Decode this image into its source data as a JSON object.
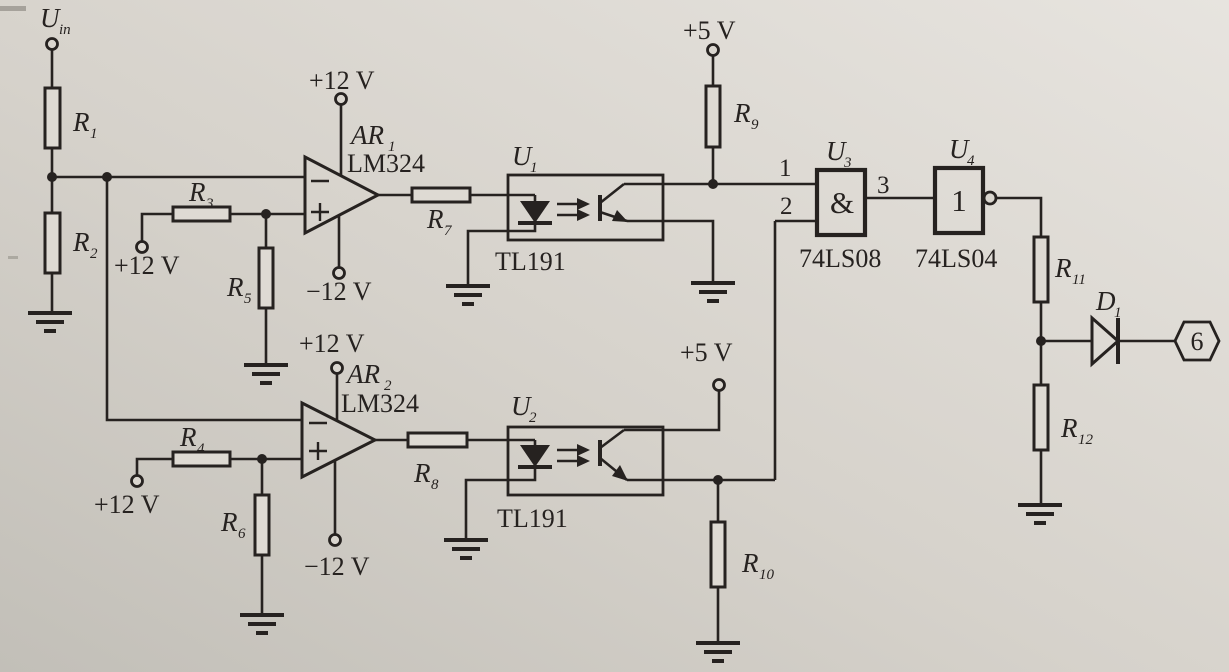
{
  "colors": {
    "paper": "#d6d2cb",
    "ink": "#262220"
  },
  "input": {
    "label_base": "U",
    "label_sub": "in"
  },
  "power_rails": {
    "plus12": "+12 V",
    "minus12": "−12 V",
    "plus5": "+5 V"
  },
  "resistors": {
    "r1": {
      "base": "R",
      "sub": "1"
    },
    "r2": {
      "base": "R",
      "sub": "2"
    },
    "r3": {
      "base": "R",
      "sub": "3"
    },
    "r4": {
      "base": "R",
      "sub": "4"
    },
    "r5": {
      "base": "R",
      "sub": "5"
    },
    "r6": {
      "base": "R",
      "sub": "6"
    },
    "r7": {
      "base": "R",
      "sub": "7"
    },
    "r8": {
      "base": "R",
      "sub": "8"
    },
    "r9": {
      "base": "R",
      "sub": "9"
    },
    "r10": {
      "base": "R",
      "sub": "10"
    },
    "r11": {
      "base": "R",
      "sub": "11"
    },
    "r12": {
      "base": "R",
      "sub": "12"
    }
  },
  "opamps": {
    "ar1": {
      "base": "AR",
      "sub": "1",
      "chip": "LM324"
    },
    "ar2": {
      "base": "AR",
      "sub": "2",
      "chip": "LM324"
    }
  },
  "optocouplers": {
    "u1": {
      "base": "U",
      "sub": "1",
      "chip": "TL191"
    },
    "u2": {
      "base": "U",
      "sub": "2",
      "chip": "TL191"
    }
  },
  "gates": {
    "u3": {
      "base": "U",
      "sub": "3",
      "chip": "74LS08",
      "symbol": "&",
      "pin_input1": "1",
      "pin_input2": "2",
      "pin_output": "3"
    },
    "u4": {
      "base": "U",
      "sub": "4",
      "chip": "74LS04",
      "symbol": "1"
    }
  },
  "diode": {
    "d1": {
      "base": "D",
      "sub": "1"
    }
  },
  "output": {
    "node_label": "6"
  }
}
